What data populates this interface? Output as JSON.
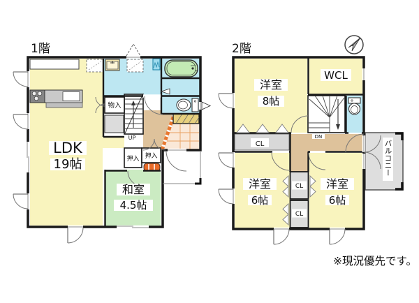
{
  "note": "※現況優先です。",
  "floor1": {
    "title": "1階",
    "rooms": {
      "ldk": {
        "name": "LDK",
        "size": "19帖"
      },
      "washitsu": {
        "name": "和室",
        "size": "4.5帖"
      }
    },
    "labels": {
      "monoire": "物入",
      "oshiire_left": "押入",
      "oshiire_right": "押入",
      "stairs_up": "UP"
    }
  },
  "floor2": {
    "title": "2階",
    "rooms": {
      "yoshitsu8": {
        "name": "洋室",
        "size": "8帖"
      },
      "yoshitsu6_left": {
        "name": "洋室",
        "size": "6帖"
      },
      "yoshitsu6_right": {
        "name": "洋室",
        "size": "6帖"
      },
      "wcl": "WCL",
      "balcony": "バルコニー"
    },
    "labels": {
      "closet_main": "CL",
      "closet_top": "CL",
      "closet_bottom": "CL",
      "stairs_down": "DN"
    }
  },
  "colors": {
    "room_yellow": "#F9F4BE",
    "tatami_green": "#CBEBC2",
    "water_cyan": "#BDE7F2",
    "hall_beige": "#DEC29B",
    "genkan_tile": "#FAE8D8",
    "genkan_edge": "#E87830",
    "closet_gray": "#DCDCDC",
    "balcony_gray": "#DEDEDE",
    "tub_green": "#C3EBB4",
    "cabinet_tan": "#E6CF7E",
    "wall": "#1A1A1A"
  }
}
